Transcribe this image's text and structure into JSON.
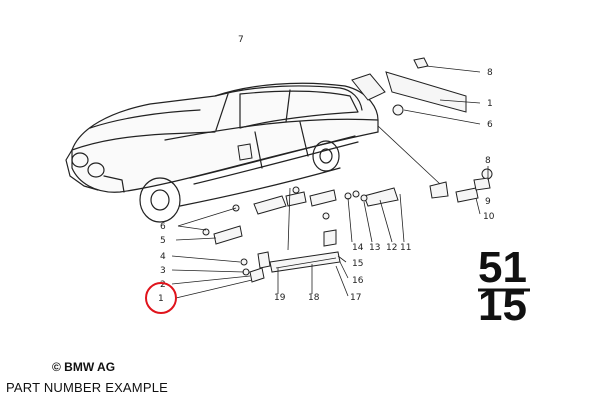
{
  "diagram": {
    "callout_numbers": [
      "7",
      "8",
      "1",
      "6",
      "8",
      "9",
      "10",
      "11",
      "12",
      "13",
      "14",
      "15",
      "16",
      "17",
      "18",
      "19",
      "1",
      "2",
      "3",
      "4",
      "5",
      "6"
    ],
    "section_code": {
      "major": "51",
      "minor": "15"
    },
    "highlight_color": "#e0141c",
    "highlighted_callout": "1"
  },
  "copyright": "© BMW AG",
  "caption": "PART NUMBER EXAMPLE"
}
